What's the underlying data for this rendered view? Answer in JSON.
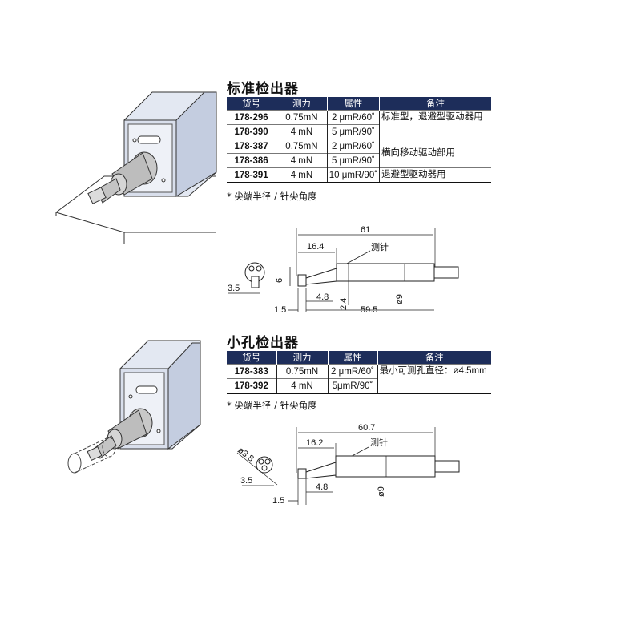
{
  "section1": {
    "title": "标准检出器",
    "headers": [
      "货号",
      "测力",
      "属性",
      "备注"
    ],
    "rows": [
      {
        "code": "178-296",
        "force": "0.75mN",
        "attr": "2 μmR/60˚"
      },
      {
        "code": "178-390",
        "force": "4 mN",
        "attr": "5 μmR/90˚"
      },
      {
        "code": "178-387",
        "force": "0.75mN",
        "attr": "2 μmR/60˚"
      },
      {
        "code": "178-386",
        "force": "4 mN",
        "attr": "5 μmR/90˚"
      },
      {
        "code": "178-391",
        "force": "4 mN",
        "attr": "10 μmR/90˚"
      }
    ],
    "notes": [
      "标准型，退避型驱动器用",
      "横向移动驱动部用",
      "退避型驱动器用"
    ],
    "footnote": "* 尖端半径 / 针尖角度",
    "dims": {
      "total": "61",
      "offset": "16.4",
      "stylus": "测针",
      "h": "6",
      "tip_w": "3.5",
      "base": "1.5",
      "mid": "4.8",
      "step": "2.4",
      "len": "59.5",
      "dia": "ø9"
    }
  },
  "section2": {
    "title": "小孔检出器",
    "headers": [
      "货号",
      "测力",
      "属性",
      "备注"
    ],
    "rows": [
      {
        "code": "178-383",
        "force": "0.75mN",
        "attr": "2 μmR/60˚"
      },
      {
        "code": "178-392",
        "force": "4 mN",
        "attr": "5μmR/90˚"
      }
    ],
    "notes": [
      "最小可测孔直径：ø4.5mm"
    ],
    "footnote": "* 尖端半径 / 针尖角度",
    "dims": {
      "total": "60.7",
      "offset": "16.2",
      "stylus": "测针",
      "tip_d": "ø3.8",
      "tip_w": "3.5",
      "mid": "4.8",
      "base": "1.5",
      "dia": "ø9"
    }
  }
}
